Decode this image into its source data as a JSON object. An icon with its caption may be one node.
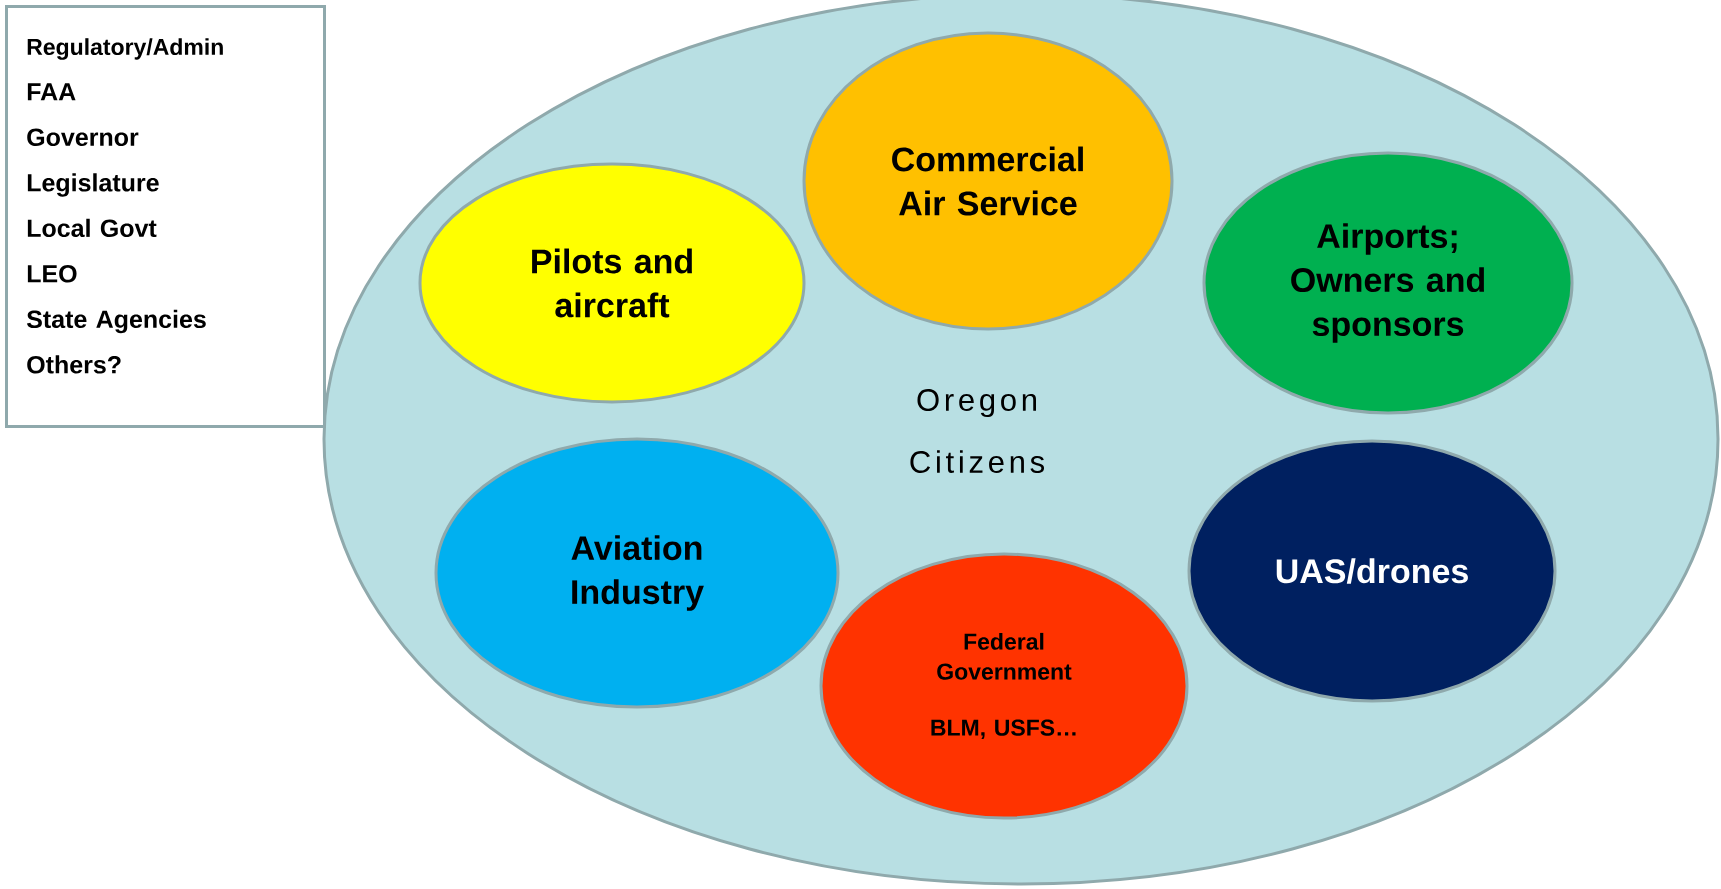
{
  "diagram": {
    "nodes": [
      {
        "text": [
          "Regulatory/Admin",
          "FAA",
          "Governor",
          "Legislature",
          "Local Govt",
          "LEO",
          "State Agencies",
          "Others?"
        ]
      },
      {
        "text": [
          "Oregon Citizens"
        ]
      },
      {
        "text": [
          "Pilots and aircraft"
        ],
        "in": 1
      },
      {
        "text": [
          "Commercial Air Service"
        ],
        "in": 1
      },
      {
        "text": [
          "Airports; Owners and sponsors"
        ],
        "in": 1
      },
      {
        "text": [
          "Aviation Industry"
        ],
        "in": 1
      },
      {
        "text": [
          "Federal Government",
          "BLM, USFS…"
        ],
        "in": 1
      },
      {
        "text": [
          "UAS/drones"
        ],
        "in": 1
      }
    ]
  }
}
